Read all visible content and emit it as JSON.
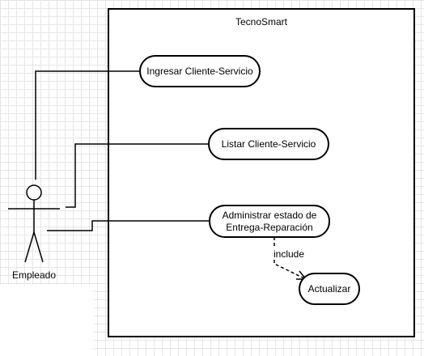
{
  "system": {
    "name": "TecnoSmart"
  },
  "actor": {
    "name": "Empleado"
  },
  "use_cases": {
    "ingresar": {
      "label": "Ingresar Cliente-Servicio"
    },
    "listar": {
      "label": "Listar Cliente-Servicio"
    },
    "administrar": {
      "line1": "Administrar estado de",
      "line2": "Entrega-Reparación"
    },
    "actualizar": {
      "label": "Actualizar"
    }
  },
  "relations": {
    "include_label": "include"
  }
}
